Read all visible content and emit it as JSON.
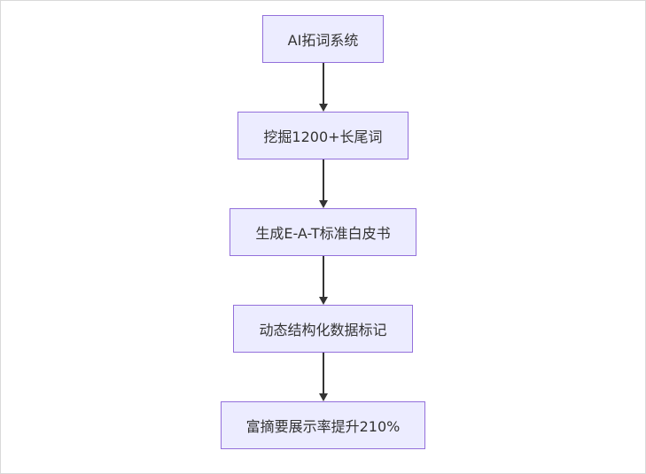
{
  "diagram": {
    "type": "flowchart",
    "direction": "top-down",
    "colors": {
      "node_fill": "#ececff",
      "node_border": "#9370db",
      "node_text": "#333333",
      "arrow": "#333333",
      "frame_border": "#d9d9d9",
      "background": "#ffffff"
    },
    "nodes": [
      {
        "id": "A",
        "label": "AI拓词系统"
      },
      {
        "id": "B",
        "label": "挖掘1200+长尾词"
      },
      {
        "id": "C",
        "label": "生成E-A-T标准白皮书"
      },
      {
        "id": "D",
        "label": "动态结构化数据标记"
      },
      {
        "id": "E",
        "label": "富摘要展示率提升210%"
      }
    ],
    "edges": [
      {
        "from": "A",
        "to": "B"
      },
      {
        "from": "B",
        "to": "C"
      },
      {
        "from": "C",
        "to": "D"
      },
      {
        "from": "D",
        "to": "E"
      }
    ]
  }
}
